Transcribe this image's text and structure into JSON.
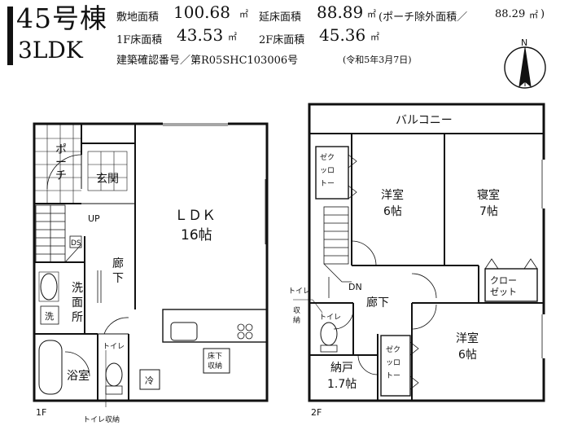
{
  "header": {
    "unit_name": "45号棟",
    "layout_type": "3LDK",
    "site_area_label": "敷地面積",
    "site_area_value": "100.68",
    "floor_area_label": "延床面積",
    "floor_area_value": "88.89",
    "porch_note_pre": "(ポーチ除外面積／",
    "porch_note_value": "88.29",
    "porch_note_post": ")",
    "sqm_unit": "㎡",
    "floor1_area_label": "1F床面積",
    "floor1_area_value": "43.53",
    "floor2_area_label": "2F床面積",
    "floor2_area_value": "45.36",
    "permit_text": "建築確認番号／第R05SHC103006号",
    "permit_date": "(令和5年3月7日)",
    "compass_label": "N"
  },
  "floor1": {
    "floor_label": "1F",
    "porch": [
      "ポ",
      "ー",
      "チ"
    ],
    "entrance": "玄関",
    "up": "UP",
    "ds": "DS",
    "ldk": "ＬＤＫ",
    "ldk_size": "16帖",
    "hallway": [
      "廊",
      "下"
    ],
    "washroom": [
      "洗",
      "面",
      "所"
    ],
    "washer": "洗",
    "bathroom": "浴室",
    "toilet": "トイレ",
    "underfloor": [
      "床下",
      "収納"
    ],
    "fridge": "冷",
    "toilet_storage": "トイレ収納"
  },
  "floor2": {
    "floor_label": "2F",
    "balcony": "バルコニー",
    "closet": [
      "ゼク",
      "ッロ",
      "トー"
    ],
    "western_room": "洋室",
    "western_room_size": "6帖",
    "bedroom": "寝室",
    "bedroom_size": "7帖",
    "closet_long": [
      "クロー",
      "ゼット"
    ],
    "dn": "DN",
    "hallway": "廊下",
    "toilet": "トイレ",
    "toilet_storage": [
      "トイレ",
      "収",
      "納"
    ],
    "western_room2": "洋室",
    "western_room2_size": "6帖",
    "storage": "納戸",
    "storage_size": "1.7帖",
    "closet2": [
      "ゼク",
      "ッロ",
      "トー"
    ]
  }
}
